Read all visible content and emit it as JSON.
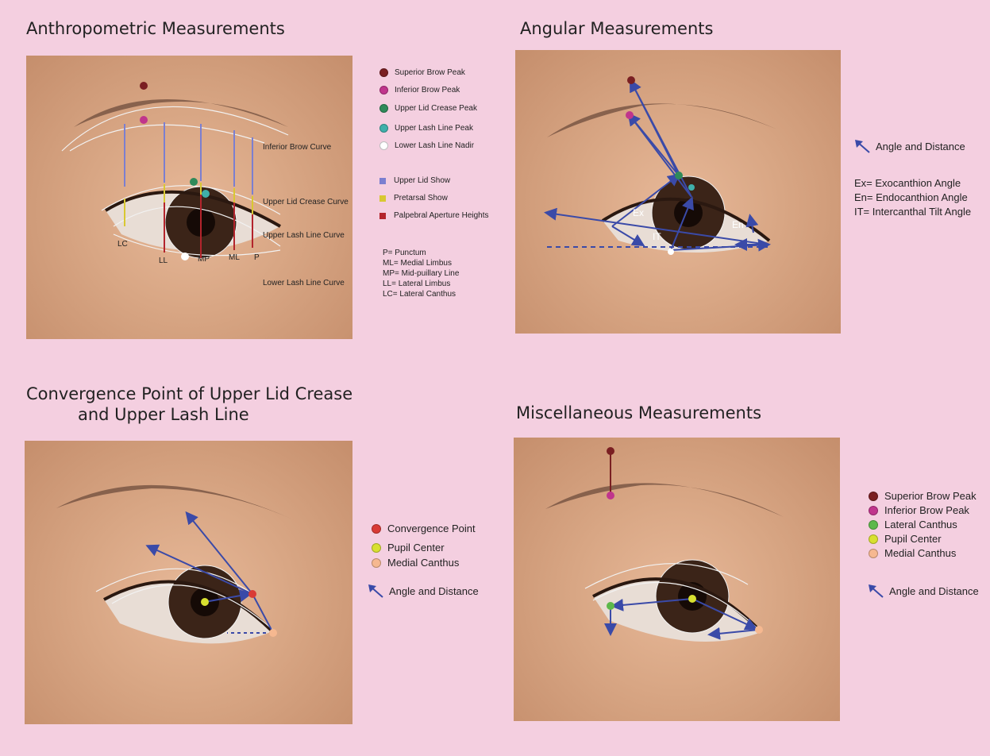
{
  "panels": {
    "anthropometric": {
      "title": "Anthropometric Measurements",
      "curve_labels": [
        "Inferior Brow Curve",
        "Upper Lid Crease Curve",
        "Upper Lash Line Curve",
        "Lower Lash Line Curve"
      ],
      "point_labels": [
        "LC",
        "LL",
        "MP",
        "ML",
        "P"
      ],
      "legend_points": [
        {
          "label": "Superior Brow Peak",
          "color": "#7a1f22"
        },
        {
          "label": "Inferior Brow Peak",
          "color": "#c0358c"
        },
        {
          "label": "Upper Lid Crease Peak",
          "color": "#2f8a5a"
        },
        {
          "label": "Upper Lash Line Peak",
          "color": "#3fb0aa"
        },
        {
          "label": "Lower Lash Line Nadir",
          "color": "#ffffff"
        }
      ],
      "legend_lines": [
        {
          "label": "Upper Lid Show",
          "color": "#7b7fd0"
        },
        {
          "label": "Pretarsal Show",
          "color": "#d8c832"
        },
        {
          "label": "Palpebral Aperture Heights",
          "color": "#b3242c"
        }
      ],
      "abbreviations": [
        "P= Punctum",
        "ML= Medial Limbus",
        "MP= Mid-puillary Line",
        "LL= Lateral Limbus",
        "LC= Lateral Canthus"
      ]
    },
    "angular": {
      "title": "Angular Measurements",
      "angle_labels": [
        "Ex",
        "IT",
        "En"
      ],
      "legend": "Angle and Distance",
      "definitions": [
        "Ex= Exocanthion Angle",
        "En= Endocanthion Angle",
        "IT= Intercanthal Tilt Angle"
      ]
    },
    "convergence": {
      "title_line1": "Convergence Point of Upper Lid Crease",
      "title_line2": "and Upper Lash Line",
      "legend_points": [
        {
          "label": "Convergence Point",
          "color": "#d93a35"
        },
        {
          "label": "Pupil Center",
          "color": "#d8e030"
        },
        {
          "label": "Medial Canthus",
          "color": "#f6b890"
        }
      ],
      "legend": "Angle and Distance"
    },
    "misc": {
      "title": "Miscellaneous Measurements",
      "legend_points": [
        {
          "label": "Superior Brow Peak",
          "color": "#7a1f22"
        },
        {
          "label": "Inferior Brow Peak",
          "color": "#c0358c"
        },
        {
          "label": "Lateral Canthus",
          "color": "#5cb84a"
        },
        {
          "label": "Pupil Center",
          "color": "#d8e030"
        },
        {
          "label": "Medial Canthus",
          "color": "#f6b890"
        }
      ],
      "legend": "Angle and Distance"
    }
  },
  "colors": {
    "arrow": "#3a4aa8",
    "background": "#f4cfe0"
  }
}
